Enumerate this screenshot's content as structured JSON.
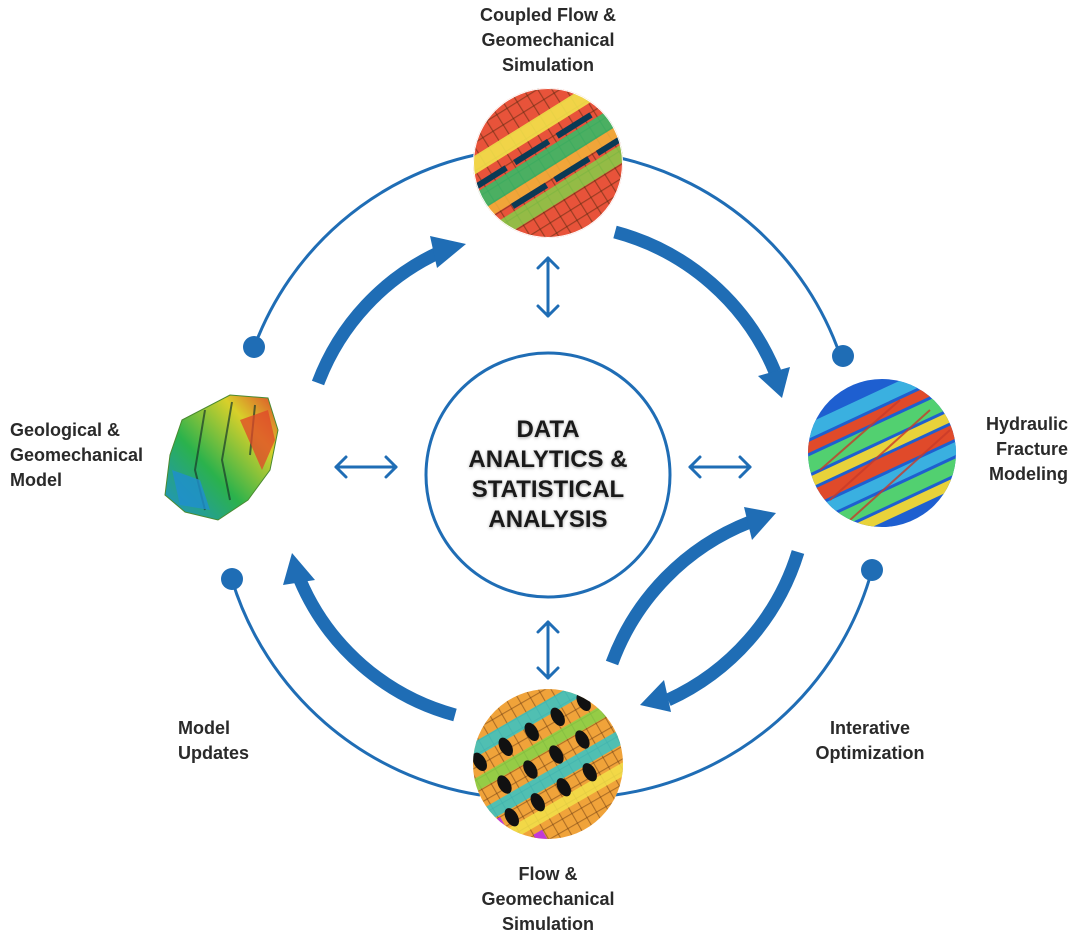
{
  "colors": {
    "accent": "#1f6db5",
    "text": "#2a2a2a"
  },
  "center": {
    "lines": [
      "DATA",
      "ANALYTICS &",
      "STATISTICAL",
      "ANALYSIS"
    ]
  },
  "nodes": {
    "top": {
      "lines": [
        "Coupled Flow &",
        "Geomechanical",
        "Simulation"
      ],
      "image": "coupled-simulation-mesh-image"
    },
    "right": {
      "lines": [
        "Hydraulic",
        "Fracture",
        "Modeling"
      ],
      "image": "fracture-model-image"
    },
    "bottom": {
      "lines": [
        "Flow &",
        "Geomechanical",
        "Simulation"
      ],
      "image": "flow-simulation-grid-image"
    },
    "left": {
      "lines": [
        "Geological &",
        "Geomechanical",
        "Model"
      ],
      "image": "geological-surface-model-image"
    }
  },
  "loops": {
    "left": {
      "lines": [
        "Model",
        "Updates"
      ]
    },
    "right": {
      "lines": [
        "Interative",
        "Optimization"
      ]
    }
  }
}
